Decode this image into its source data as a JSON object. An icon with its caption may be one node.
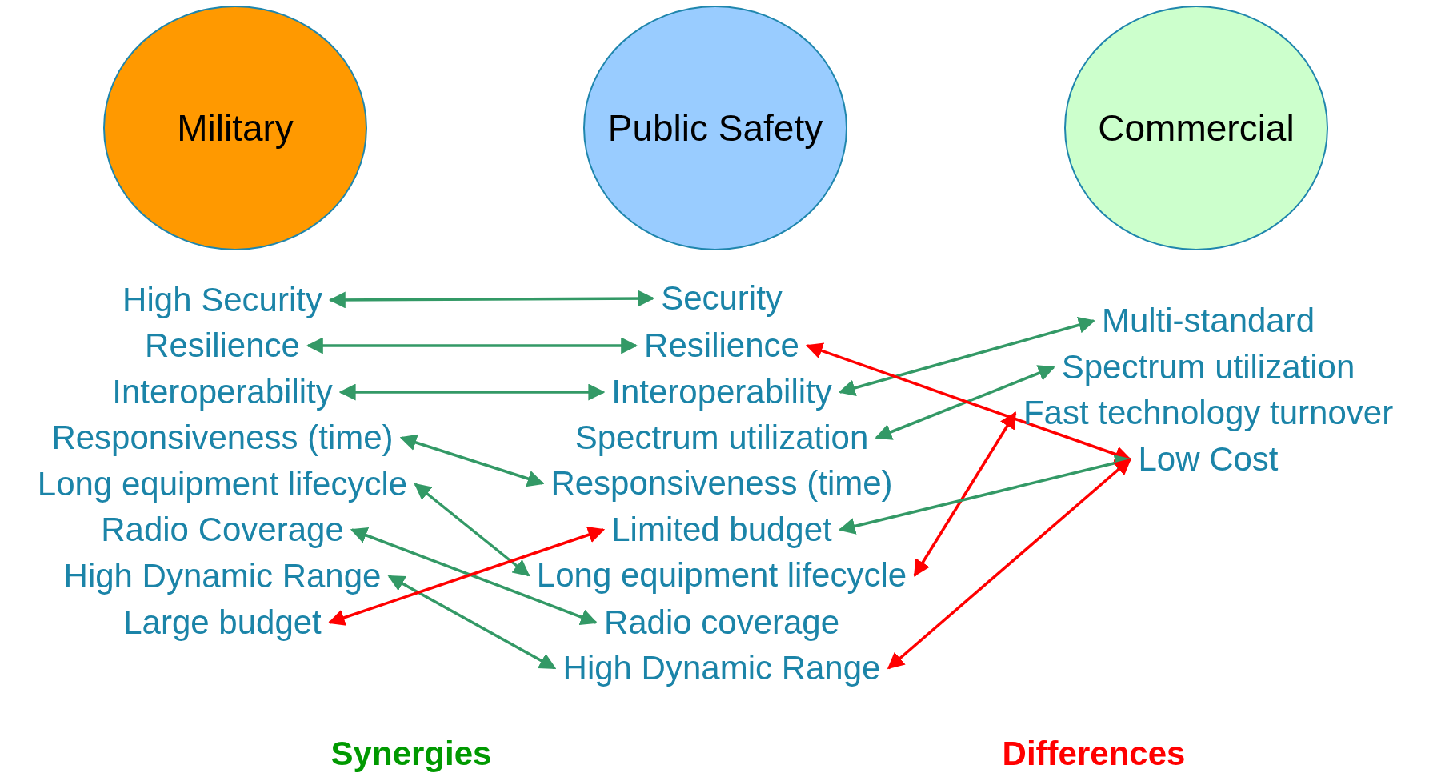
{
  "diagram": {
    "nodes": [
      {
        "text": [
          "Military"
        ]
      },
      {
        "text": [
          "Public Safety"
        ]
      },
      {
        "text": [
          "Commercial"
        ]
      },
      {
        "text": [
          "High Security"
        ]
      },
      {
        "text": [
          "Resilience"
        ]
      },
      {
        "text": [
          "Interoperability"
        ]
      },
      {
        "text": [
          "Responsiveness (time)"
        ]
      },
      {
        "text": [
          "Long equipment lifecycle"
        ]
      },
      {
        "text": [
          "Radio Coverage"
        ]
      },
      {
        "text": [
          "High Dynamic Range"
        ]
      },
      {
        "text": [
          "Large budget"
        ]
      },
      {
        "text": [
          "Security"
        ]
      },
      {
        "text": [
          "Resilience"
        ]
      },
      {
        "text": [
          "Interoperability"
        ]
      },
      {
        "text": [
          "Spectrum utilization"
        ]
      },
      {
        "text": [
          "Responsiveness (time)"
        ]
      },
      {
        "text": [
          "Limited budget"
        ]
      },
      {
        "text": [
          "Long equipment lifecycle"
        ]
      },
      {
        "text": [
          "Radio coverage"
        ]
      },
      {
        "text": [
          "High Dynamic Range"
        ]
      },
      {
        "text": [
          "Multi-standard"
        ]
      },
      {
        "text": [
          "Spectrum utilization"
        ]
      },
      {
        "text": [
          "Fast technology turnover"
        ]
      },
      {
        "text": [
          "Low Cost"
        ]
      }
    ],
    "edges": [
      {
        "from": 3,
        "to": 11,
        "arrow": "both"
      },
      {
        "from": 4,
        "to": 12,
        "arrow": "both"
      },
      {
        "from": 5,
        "to": 13,
        "arrow": "both"
      },
      {
        "from": 6,
        "to": 15,
        "arrow": "both"
      },
      {
        "from": 7,
        "to": 17,
        "arrow": "both"
      },
      {
        "from": 8,
        "to": 18,
        "arrow": "both"
      },
      {
        "from": 9,
        "to": 19,
        "arrow": "both"
      },
      {
        "from": 10,
        "to": 16,
        "arrow": "both",
        "color": "#ff0000"
      },
      {
        "from": 13,
        "to": 20,
        "arrow": "both"
      },
      {
        "from": 14,
        "to": 21,
        "arrow": "both"
      },
      {
        "from": 12,
        "to": 23,
        "arrow": "both",
        "color": "#ff0000"
      },
      {
        "from": 17,
        "to": 22,
        "arrow": "both",
        "color": "#ff0000"
      },
      {
        "from": 16,
        "to": 23,
        "arrow": "both"
      },
      {
        "from": 19,
        "to": 23,
        "arrow": "both",
        "color": "#ff0000"
      }
    ],
    "labels": [
      "Synergies",
      "Differences"
    ]
  }
}
